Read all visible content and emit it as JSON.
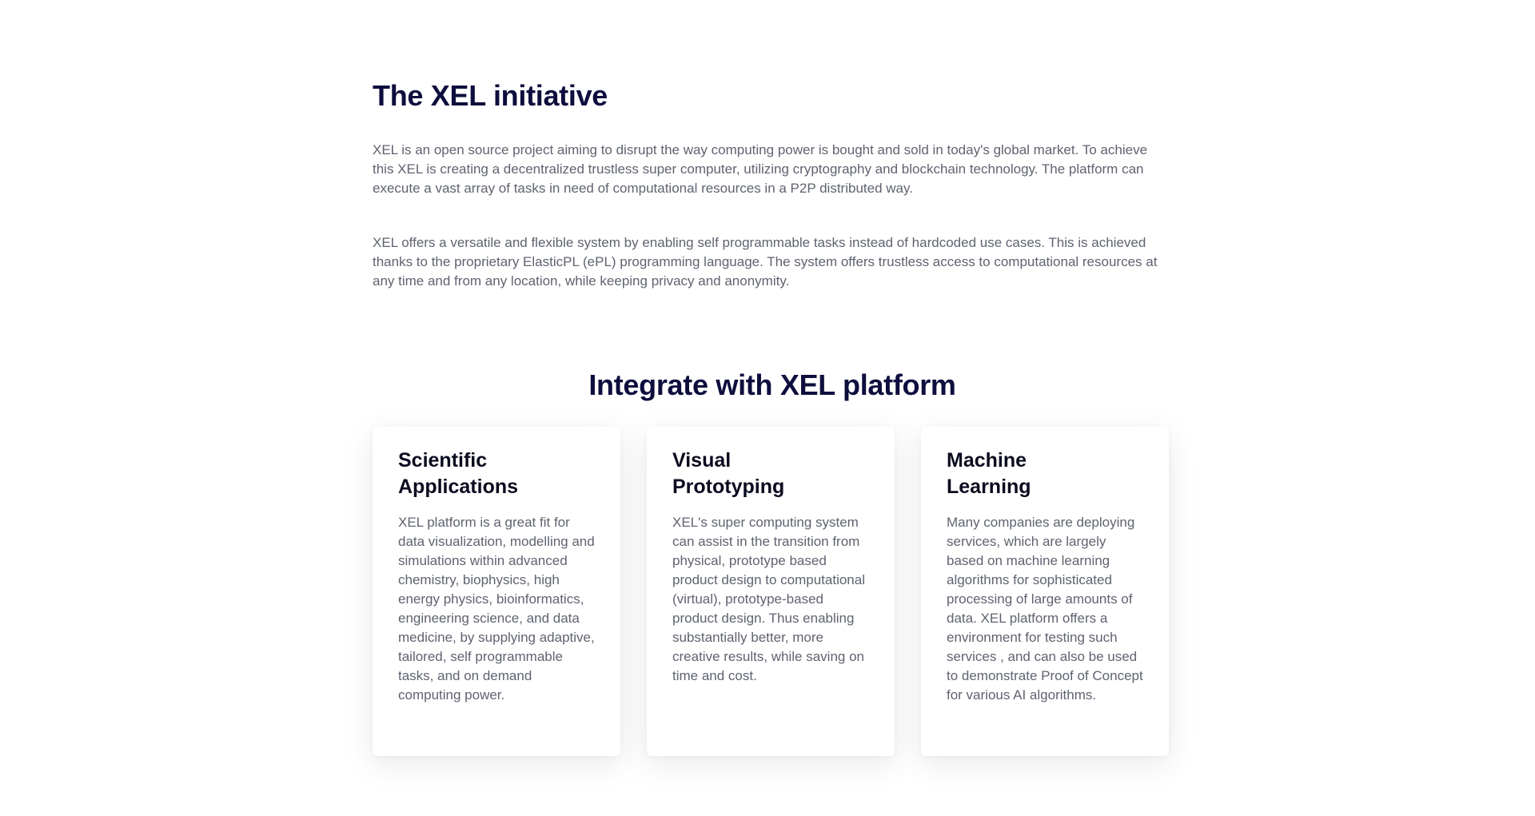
{
  "initiative": {
    "title": "The XEL initiative",
    "paragraph_1": "XEL is an open source project aiming to disrupt the way computing power is bought and sold in today's global market. To achieve this XEL is creating a decentralized trustless super computer, utilizing cryptography and blockchain technology. The platform can execute a vast array of tasks in need of computational resources in a P2P distributed way.",
    "paragraph_2": "XEL offers a versatile and flexible system by enabling self programmable tasks instead of hardcoded use cases. This is achieved thanks to the proprietary ElasticPL (ePL) programming language. The system offers trustless access to computational resources at any time and from any location, while keeping privacy and anonymity."
  },
  "integrate": {
    "title": "Integrate with XEL platform",
    "cards": [
      {
        "title": "Scientific Applications",
        "text": "XEL platform is a great fit for data visualization, modelling and simulations within advanced chemistry, biophysics, high energy physics, bioinformatics, engineering science, and data medicine, by supplying adaptive, tailored, self programmable tasks, and on demand computing power."
      },
      {
        "title": "Visual Prototyping",
        "text": "XEL's super computing system can assist in the transition from physical, prototype based product design to computational (virtual), prototype-based product design. Thus enabling substantially better, more creative results, while saving on time and cost."
      },
      {
        "title": "Machine Learning",
        "text": "Many companies are deploying services, which are largely based on machine learning algorithms for sophisticated processing of large amounts of data. XEL platform offers a environment for testing such services , and can also be used to demonstrate Proof of Concept for various AI algorithms."
      }
    ]
  },
  "colors": {
    "heading": "#0d0e3d",
    "card_heading": "#0b0b1f",
    "body_text": "#5f6370",
    "background": "#ffffff"
  }
}
